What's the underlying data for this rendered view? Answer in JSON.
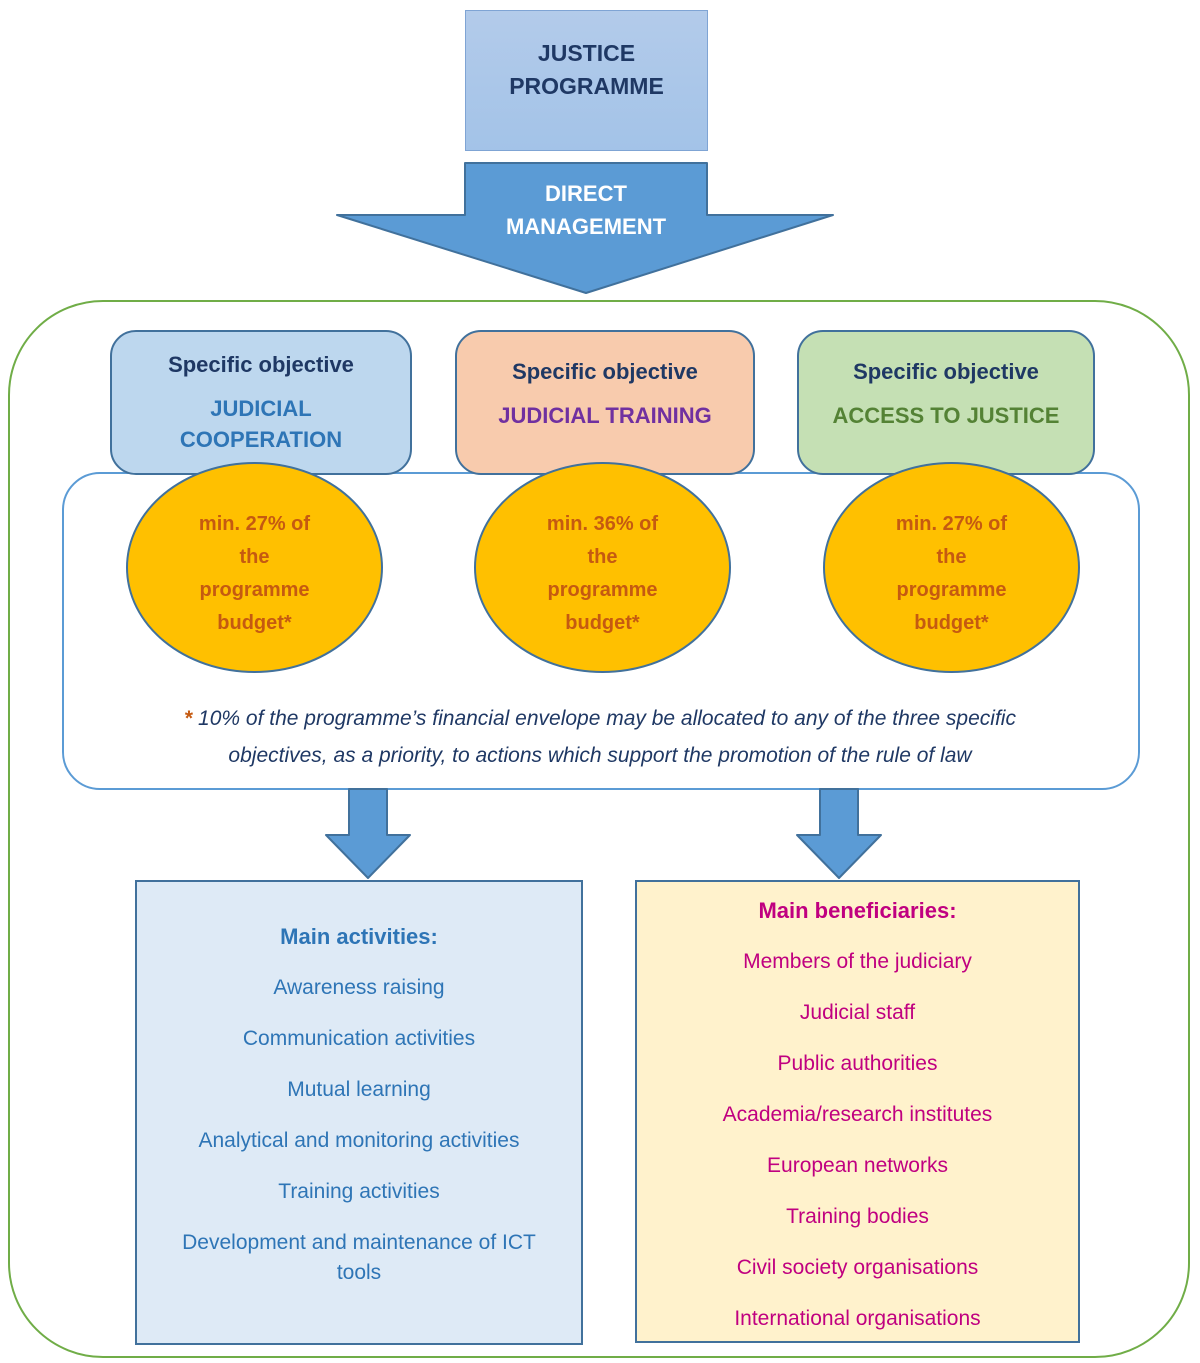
{
  "header": {
    "title": "JUSTICE PROGRAMME",
    "arrow_label": "DIRECT MANAGEMENT"
  },
  "objectives": [
    {
      "heading": "Specific objective",
      "name": "JUDICIAL COOPERATION",
      "budget_lines": [
        "min. 27% of",
        "the",
        "programme",
        "budget*"
      ],
      "fill": "#BDD7EE",
      "name_color": "#2E75B6"
    },
    {
      "heading": "Specific objective",
      "name": "JUDICIAL TRAINING",
      "budget_lines": [
        "min. 36% of",
        "the",
        "programme",
        "budget*"
      ],
      "fill": "#F8CBAD",
      "name_color": "#7030A0"
    },
    {
      "heading": "Specific objective",
      "name": "ACCESS TO JUSTICE",
      "budget_lines": [
        "min. 27% of",
        "the",
        "programme",
        "budget*"
      ],
      "fill": "#C5E0B4",
      "name_color": "#548235"
    }
  ],
  "footnote": {
    "star": "*",
    "text": " 10% of the programme’s financial envelope may be allocated to any of the three specific objectives, as a priority, to actions which support the promotion of the rule of law"
  },
  "activities": {
    "heading": "Main activities:",
    "items": [
      "Awareness raising",
      "Communication activities",
      "Mutual learning",
      "Analytical and monitoring activities",
      "Training activities",
      "Development and maintenance of ICT tools"
    ]
  },
  "beneficiaries": {
    "heading": "Main beneficiaries:",
    "items": [
      "Members of the judiciary",
      "Judicial staff",
      "Public authorities",
      "Academia/research institutes",
      "European networks",
      "Training bodies",
      "Civil society organisations",
      "International organisations"
    ]
  },
  "colors": {
    "arrow_fill": "#5B9BD5",
    "arrow_border": "#41719C",
    "navy_text": "#1F3864",
    "blue_text": "#2E75B6",
    "purple_text": "#7030A0",
    "green_text": "#548235",
    "green_frame_border": "#70AD47",
    "budget_frame_border": "#5B9BD5",
    "ellipse_fill": "#FFC000",
    "ellipse_text": "#C55A11",
    "magenta_text": "#C00080",
    "activities_fill": "#DEEAF6",
    "beneficiaries_fill": "#FFF2CC"
  }
}
